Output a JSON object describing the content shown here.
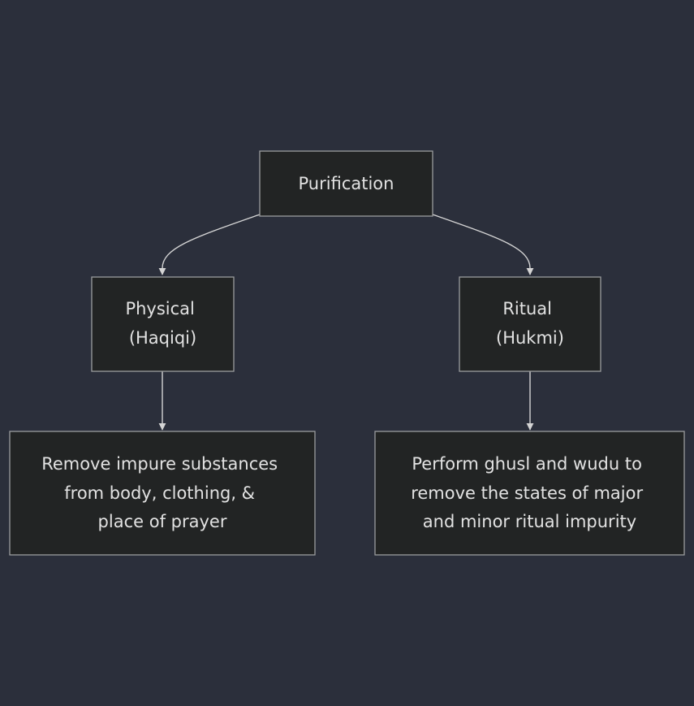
{
  "diagram": {
    "type": "flowchart",
    "nodes": {
      "root": {
        "lines": [
          "Purification"
        ]
      },
      "physical": {
        "lines": [
          "Physical",
          "(Haqiqi)"
        ]
      },
      "ritual": {
        "lines": [
          "Ritual",
          "(Hukmi)"
        ]
      },
      "physical_detail": {
        "lines": [
          "Remove impure substances",
          "from body, clothing, &",
          "place of prayer"
        ]
      },
      "ritual_detail": {
        "lines": [
          "Perform ghusl and wudu to",
          "remove the states of major",
          "and minor ritual impurity"
        ]
      }
    },
    "edges": [
      {
        "from": "root",
        "to": "physical"
      },
      {
        "from": "root",
        "to": "ritual"
      },
      {
        "from": "physical",
        "to": "physical_detail"
      },
      {
        "from": "ritual",
        "to": "ritual_detail"
      }
    ],
    "colors": {
      "background": "#2b2f3b",
      "node_fill": "#222424",
      "node_border": "#9a9c9e",
      "text": "#e2e2e2",
      "edge": "#d4d4d4"
    }
  }
}
